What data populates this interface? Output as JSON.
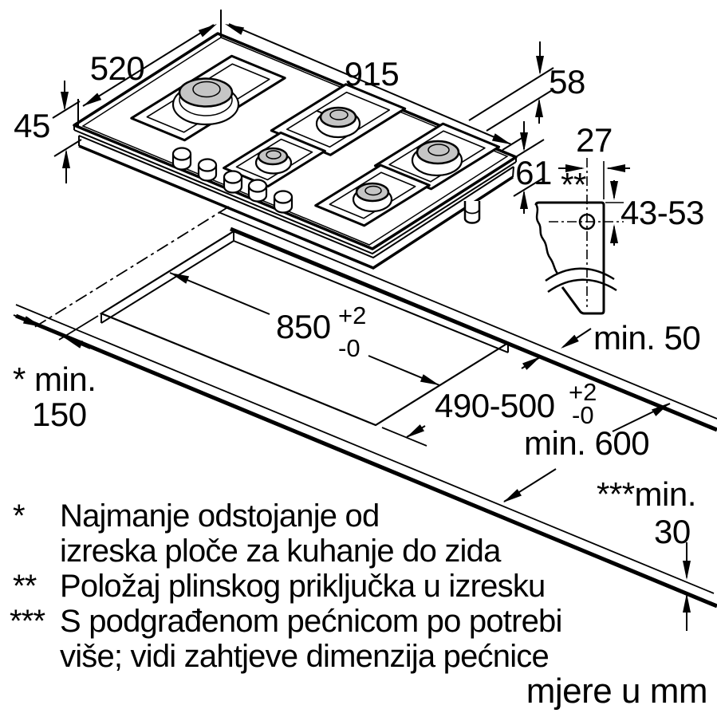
{
  "units_note": "mjere u mm",
  "colors": {
    "line": "#000000",
    "burner_cap": "#c5c5c5",
    "background": "#ffffff"
  },
  "dimensions": {
    "hob_width": "915",
    "hob_depth": "520",
    "hob_height": "45",
    "hob_height_with_grates": "58",
    "hob_depth_below_top": "61",
    "gas_connection_offset": "27",
    "gas_connection_marker": "**",
    "gas_connection_depth": "43-53",
    "clearance_rear": "min. 50",
    "worktop_depth_min": "min. 600",
    "cutout_length": {
      "value": "850",
      "tol_plus": "+2",
      "tol_minus": "-0"
    },
    "cutout_width": {
      "value": "490-500",
      "tol_plus": "+2",
      "tol_minus": "-0"
    },
    "clearance_side_wall": {
      "line1": "* min.",
      "line2": "150"
    },
    "clearance_front": {
      "line1": "***min.",
      "line2": "30"
    }
  },
  "footnotes": [
    {
      "marker": "*",
      "lines": [
        "Najmanje odstojanje od",
        "izreska ploče za kuhanje do zida"
      ]
    },
    {
      "marker": "**",
      "lines": [
        "Položaj plinskog priključka u izresku"
      ]
    },
    {
      "marker": "***",
      "lines": [
        "S podgrađenom pećnicom po potrebi",
        "više; vidi zahtjeve dimenzija pećnice"
      ]
    }
  ]
}
